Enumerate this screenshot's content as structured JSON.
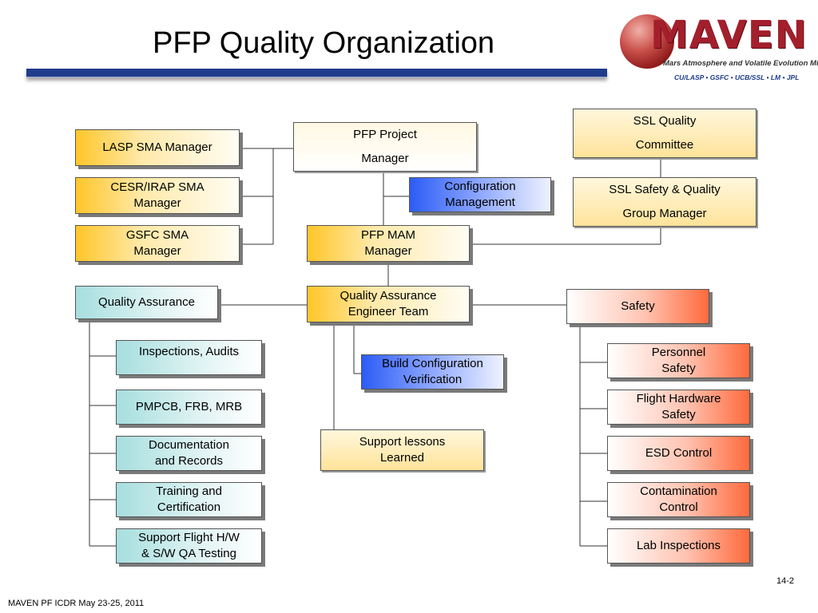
{
  "slide": {
    "title": "PFP  Quality Organization",
    "page_number": "14-2",
    "footer": "MAVEN PF ICDR  May 23-25, 2011"
  },
  "logo": {
    "name": "MAVEN",
    "tagline": "Mars Atmosphere and Volatile Evolution Mission",
    "partners": "CU/LASP • GSFC • UCB/SSL • LM • JPL"
  },
  "boxes": {
    "lasp_sma": [
      "LASP SMA Manager"
    ],
    "cesr_sma": [
      "CESR/IRAP SMA",
      "Manager"
    ],
    "gsfc_sma": [
      "GSFC SMA",
      "Manager"
    ],
    "pfp_pm": [
      "PFP Project",
      "Manager"
    ],
    "config_mgmt": [
      "Configuration",
      "Management"
    ],
    "pfp_mam": [
      "PFP MAM",
      "Manager"
    ],
    "ssl_quality": [
      "SSL Quality",
      "Committee"
    ],
    "ssl_safety": [
      "SSL Safety & Quality",
      "Group Manager"
    ],
    "qa": [
      "Quality Assurance"
    ],
    "qa_team": [
      "Quality Assurance",
      "Engineer Team"
    ],
    "safety": [
      "Safety"
    ],
    "inspections": [
      "Inspections, Audits"
    ],
    "pmpcb": [
      "PMPCB, FRB, MRB"
    ],
    "documentation": [
      "Documentation",
      "and Records"
    ],
    "training": [
      "Training and",
      "Certification"
    ],
    "flight_testing": [
      "Support Flight H/W",
      "& S/W QA Testing"
    ],
    "build_config": [
      "Build Configuration",
      "Verification"
    ],
    "lessons": [
      "Support lessons",
      "Learned"
    ],
    "personnel_safety": [
      "Personnel",
      "Safety"
    ],
    "flight_hw_safety": [
      "Flight Hardware",
      "Safety"
    ],
    "esd": [
      "ESD Control"
    ],
    "contamination": [
      "Contamination",
      "Control"
    ],
    "lab_inspections": [
      "Lab Inspections"
    ]
  }
}
